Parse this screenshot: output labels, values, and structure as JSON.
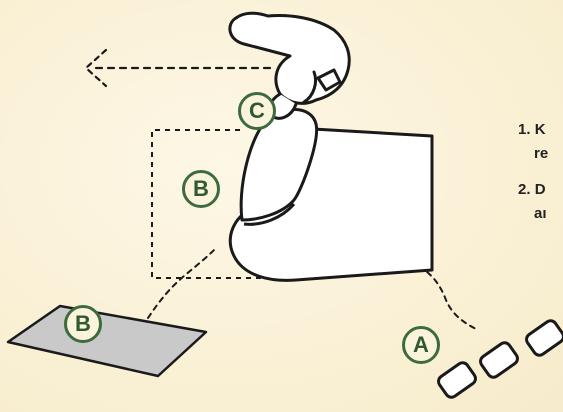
{
  "labels": {
    "a": "A",
    "b_upper": "B",
    "b_lower": "B",
    "c": "C"
  },
  "steps": [
    {
      "number": "1.",
      "line1": "K",
      "line2": "re"
    },
    {
      "number": "2.",
      "line1": "D",
      "line2": "aı"
    }
  ],
  "colors": {
    "background": "#fbf3dc",
    "label_green": "#3d6b3d",
    "outline": "#1a1a1a",
    "paper_fill": "#ffffff",
    "pad_fill": "#c9c9c9"
  },
  "icons": [
    "pointing-hand-icon",
    "curled-paper-icon",
    "gray-pad-icon",
    "keycap-icon",
    "arrow-left-icon"
  ]
}
